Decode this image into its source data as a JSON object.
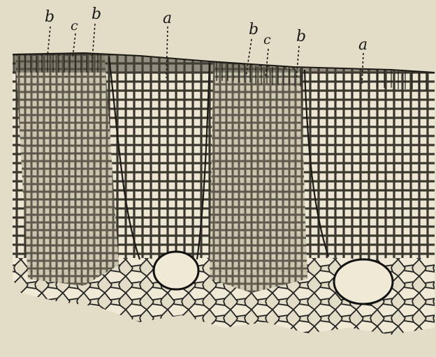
{
  "figure": {
    "background": "#e3dcc7",
    "ink": "#1a1a1a",
    "labels": [
      {
        "id": "b1",
        "text": "b"
      },
      {
        "id": "c1",
        "text": "c"
      },
      {
        "id": "b2",
        "text": "b"
      },
      {
        "id": "a1",
        "text": "a"
      },
      {
        "id": "b3",
        "text": "b"
      },
      {
        "id": "c2",
        "text": "c"
      },
      {
        "id": "b4",
        "text": "b"
      },
      {
        "id": "a2",
        "text": "a"
      }
    ]
  }
}
